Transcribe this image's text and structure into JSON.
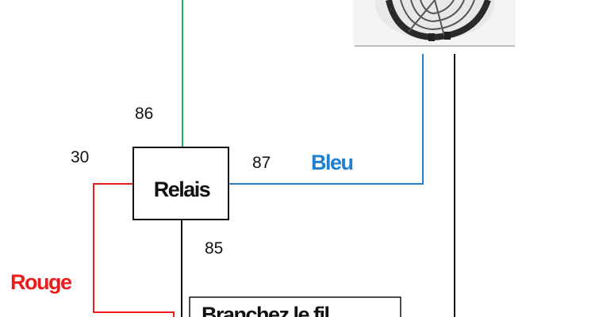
{
  "relay": {
    "label": "Relais"
  },
  "pins": {
    "p86": "86",
    "p30": "30",
    "p87": "87",
    "p85": "85"
  },
  "wires": {
    "blue_label": "Bleu",
    "red_label": "Rouge"
  },
  "note": {
    "text": "Branchez le fil"
  },
  "colors": {
    "green": "#22b04b",
    "blue": "#1f7fd0",
    "red": "#ee1c1c",
    "black": "#111111"
  },
  "icons": {
    "fan": "radiator-fan-image"
  }
}
